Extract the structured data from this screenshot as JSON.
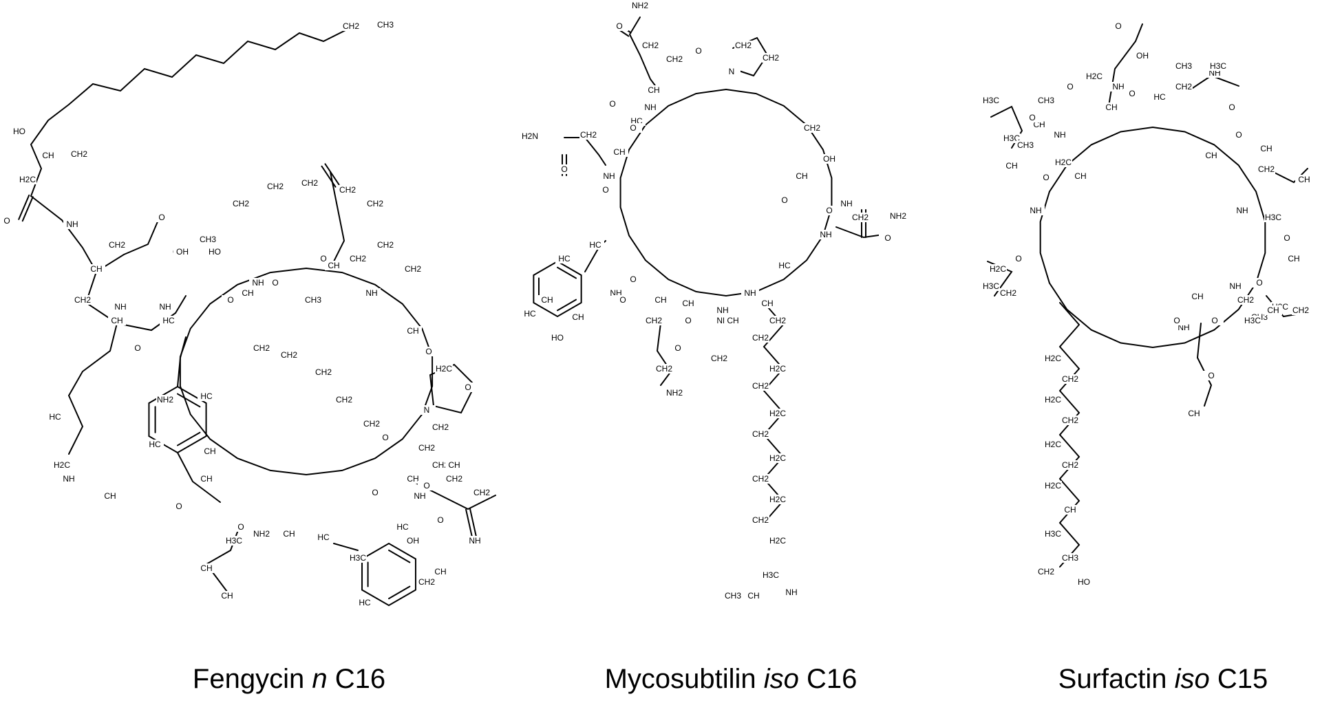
{
  "structures": [
    {
      "id": "fengycin",
      "caption_name": "Fengycin",
      "caption_variant": "n",
      "caption_chain": "C16",
      "labels": [
        "CH2",
        "CH3",
        "HO",
        "CH",
        "CH2",
        "H2C",
        "O",
        "NH",
        "CH2",
        "O",
        "OH",
        "O",
        "OH",
        "HO",
        "CH3",
        "CH",
        "CH2",
        "CH",
        "NH",
        "O",
        "HC",
        "NH",
        "O",
        "NH",
        "CH",
        "O",
        "CH3",
        "O",
        "CH",
        "NH",
        "CH",
        "O",
        "H2C",
        "O",
        "N",
        "CH2",
        "CH2",
        "CH",
        "CH2",
        "O",
        "HC",
        "H2C",
        "NH",
        "CH",
        "NH2",
        "CH",
        "HC",
        "HC",
        "CH",
        "O",
        "O",
        "NH",
        "HC",
        "O",
        "NH",
        "CH",
        "CH2",
        "O",
        "NH2",
        "H3C",
        "CH",
        "O",
        "CH",
        "HC",
        "CH",
        "H3C",
        "HC",
        "CH",
        "OH",
        "CH2",
        "CH2",
        "CH2",
        "CH2",
        "CH2",
        "CH2",
        "CH2",
        "CH2",
        "CH2",
        "CH2",
        "CH2",
        "CH2",
        "CH2",
        "CH2",
        "CH2"
      ]
    },
    {
      "id": "mycosubtilin",
      "caption_name": "Mycosubtilin",
      "caption_variant": "iso",
      "caption_chain": "C16",
      "labels": [
        "NH2",
        "O",
        "CH2",
        "CH2",
        "O",
        "N",
        "CH2",
        "CH2",
        "H2N",
        "O",
        "CH2",
        "NH",
        "CH",
        "O",
        "HC",
        "O",
        "NH",
        "CH",
        "O",
        "CH2",
        "OH",
        "NH",
        "O",
        "CH",
        "O",
        "HC",
        "NH",
        "O",
        "NH2",
        "CH2",
        "HC",
        "HC",
        "CH",
        "HC",
        "CH",
        "HO",
        "NH",
        "O",
        "CH",
        "O",
        "CH2",
        "NH",
        "O",
        "CH",
        "NH",
        "CH2",
        "CH2",
        "O",
        "CH2",
        "NH2",
        "CH2",
        "H2C",
        "CH2",
        "H2C",
        "CH2",
        "H2C",
        "CH2",
        "H2C",
        "CH2",
        "H2C",
        "CH",
        "H3C",
        "CH3",
        "NH",
        "NH",
        "CH",
        "CH"
      ]
    },
    {
      "id": "surfactin",
      "caption_name": "Surfactin",
      "caption_variant": "iso",
      "caption_chain": "C15",
      "labels": [
        "O",
        "OH",
        "H2C",
        "CH",
        "NH",
        "O",
        "H3C",
        "CH3",
        "CH",
        "H3C",
        "CH3",
        "CH",
        "O",
        "NH",
        "H2C",
        "CH",
        "NH",
        "O",
        "O",
        "HC",
        "CH2",
        "NH",
        "CH3",
        "H3C",
        "O",
        "O",
        "CH",
        "NH",
        "CH2",
        "H3C",
        "CH",
        "CH",
        "O",
        "O",
        "H2C",
        "CH",
        "NH",
        "CH2",
        "O",
        "CH",
        "NH",
        "O",
        "CH3",
        "H3C",
        "CH",
        "CH2",
        "H3C",
        "O",
        "H2C",
        "CH2",
        "H2C",
        "CH2",
        "H2C",
        "CH2",
        "H2C",
        "CH2",
        "H2C",
        "CH",
        "H3C",
        "CH3",
        "CH2",
        "HO",
        "O",
        "CH"
      ]
    }
  ]
}
